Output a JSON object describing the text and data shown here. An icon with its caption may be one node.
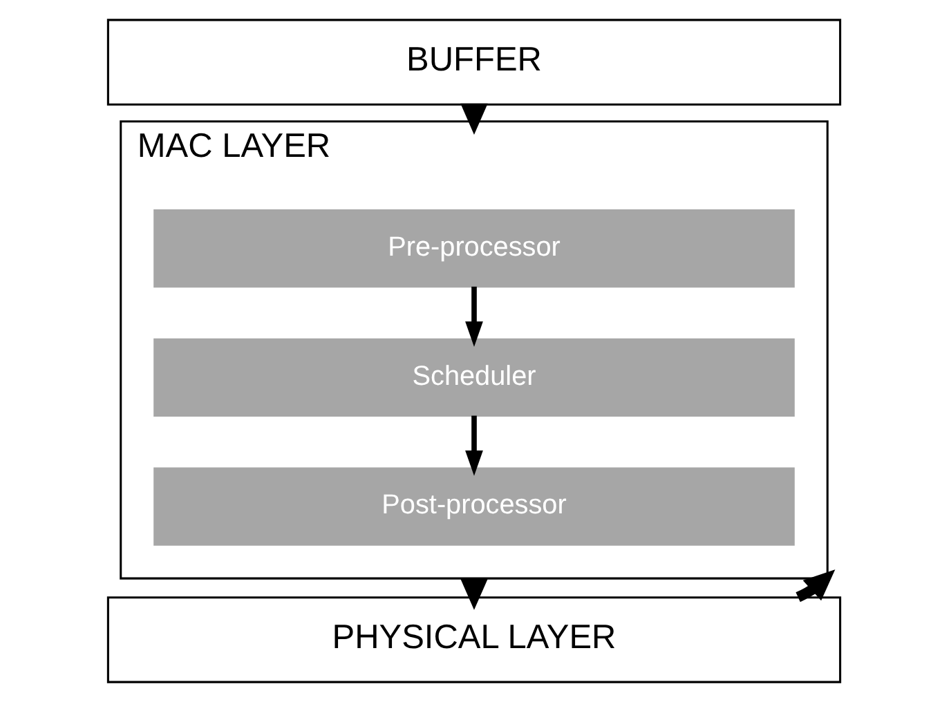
{
  "diagram": {
    "nodes": [
      {
        "text": [
          "BUFFER"
        ]
      },
      {
        "text": [
          "MAC LAYER"
        ]
      },
      {
        "text": [
          "Pre-processor"
        ],
        "in": 1
      },
      {
        "text": [
          "Scheduler"
        ],
        "in": 1
      },
      {
        "text": [
          "Post-processor"
        ],
        "in": 1
      },
      {
        "text": [
          "PHYSICAL LAYER"
        ]
      }
    ],
    "edges": [
      {
        "from": 0,
        "to": 1,
        "arrow": "to",
        "style": "thick"
      },
      {
        "from": 2,
        "to": 3,
        "arrow": "to"
      },
      {
        "from": 3,
        "to": 4,
        "arrow": "to"
      },
      {
        "from": 1,
        "to": 5,
        "arrow": "to",
        "style": "thick"
      },
      {
        "from": 5,
        "to": 1,
        "arrow": "to",
        "style": "thick"
      }
    ]
  }
}
